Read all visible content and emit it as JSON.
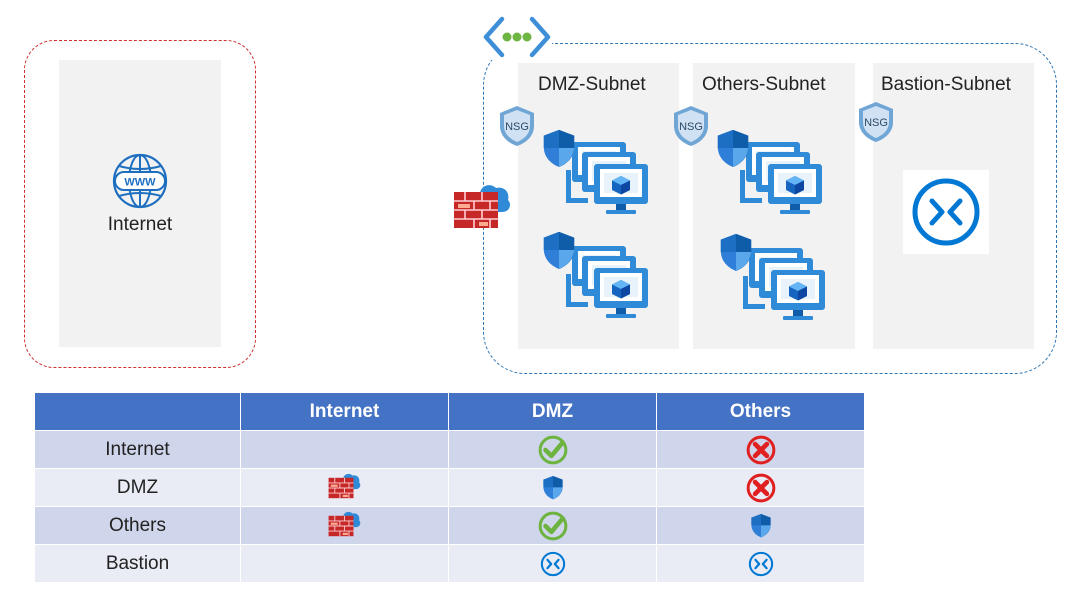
{
  "zones": {
    "internet": {
      "label": "Internet"
    },
    "subnets": [
      {
        "label": "DMZ-Subnet",
        "nsg": "NSG"
      },
      {
        "label": "Others-Subnet",
        "nsg": "NSG"
      },
      {
        "label": "Bastion-Subnet",
        "nsg": "NSG"
      }
    ]
  },
  "www_text": "WWW",
  "table": {
    "headers": [
      "",
      "Internet",
      "DMZ",
      "Others"
    ],
    "rows": [
      {
        "label": "Internet",
        "cells": [
          "",
          "check-icon",
          "deny-icon"
        ]
      },
      {
        "label": "DMZ",
        "cells": [
          "firewall-icon",
          "shield-icon",
          "deny-icon"
        ]
      },
      {
        "label": "Others",
        "cells": [
          "firewall-icon",
          "check-icon",
          "shield-icon"
        ]
      },
      {
        "label": "Bastion",
        "cells": [
          "",
          "bastion-icon",
          "bastion-icon"
        ]
      }
    ]
  },
  "colors": {
    "internet_border": "#d32f2f",
    "vnet_border": "#2e75b6",
    "table_header": "#4472c4",
    "row_dark": "#cfd5ea",
    "row_light": "#e9ebf5",
    "check": "#6db33f",
    "deny": "#e02020",
    "azure_blue": "#0078d4"
  }
}
